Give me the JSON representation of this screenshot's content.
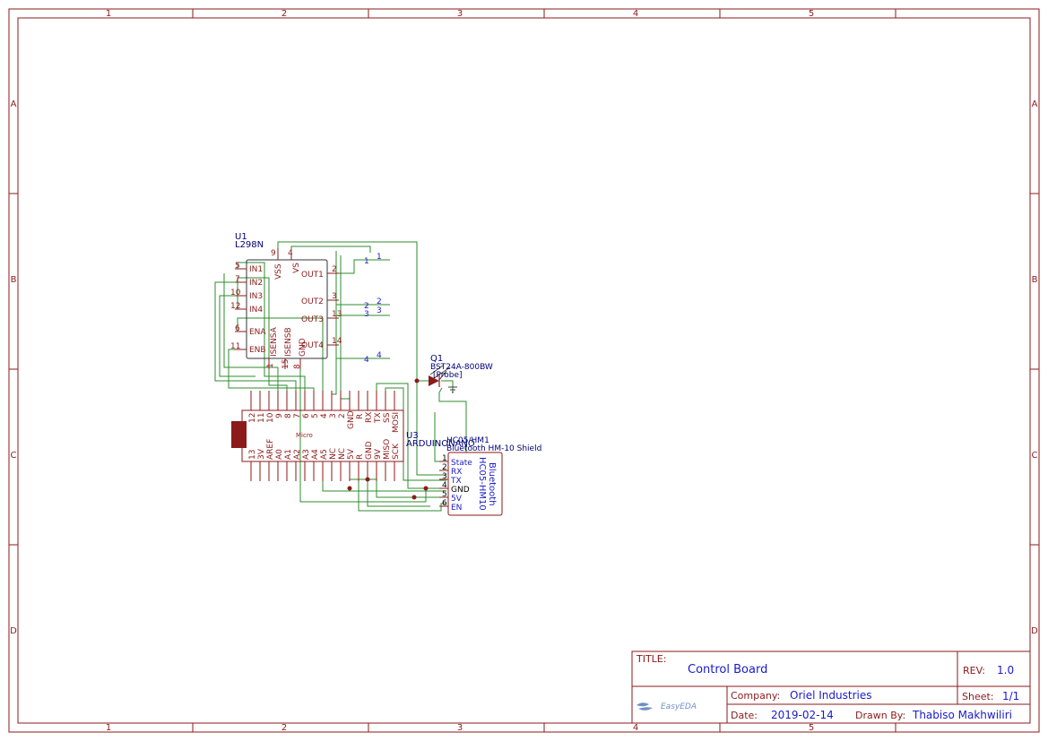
{
  "frame": {
    "columns": [
      "1",
      "2",
      "3",
      "4",
      "5"
    ],
    "rows": [
      "A",
      "B",
      "C",
      "D"
    ]
  },
  "title_block": {
    "title_label": "TITLE:",
    "title": "Control Board",
    "rev_label": "REV:",
    "rev": "1.0",
    "company_label": "Company:",
    "company": "Oriel Industries",
    "sheet_label": "Sheet:",
    "sheet": "1/1",
    "date_label": "Date:",
    "date": "2019-02-14",
    "drawn_label": "Drawn By:",
    "drawn_by": "Thabiso Makhwiliri",
    "logo_text": "EasyEDA"
  },
  "u1": {
    "designator": "U1",
    "part": "L298N",
    "left_pins": [
      {
        "num": "5",
        "name": "IN1"
      },
      {
        "num": "7",
        "name": "IN2"
      },
      {
        "num": "10",
        "name": "IN3"
      },
      {
        "num": "12",
        "name": "IN4"
      },
      {
        "num": "6",
        "name": "ENA"
      },
      {
        "num": "11",
        "name": "ENB"
      }
    ],
    "top_pins": [
      {
        "num": "9",
        "name": "VSS"
      },
      {
        "num": "4",
        "name": "VS"
      }
    ],
    "right_pins": [
      {
        "num": "2",
        "name": "OUT1"
      },
      {
        "num": "3",
        "name": "OUT2"
      },
      {
        "num": "13",
        "name": "OUT3"
      },
      {
        "num": "14",
        "name": "OUT4"
      }
    ],
    "bottom_pins": [
      {
        "num": "1",
        "name": "ISENSA"
      },
      {
        "num": "15",
        "name": "ISENSB"
      },
      {
        "num": "8",
        "name": "GND"
      }
    ]
  },
  "net_labels": [
    {
      "left": "1",
      "right": "1"
    },
    {
      "left": "2",
      "right": "2"
    },
    {
      "left": "3",
      "right": "3"
    },
    {
      "left": "4",
      "right": "4"
    }
  ],
  "q1": {
    "designator": "Q1",
    "part": "BST24A-800BW",
    "probe": "[Probe]"
  },
  "u3": {
    "designator": "U3",
    "part": "ARDUINONANO",
    "board_text": "Micro",
    "top_pins": [
      "12",
      "11",
      "10",
      "9",
      "8",
      "7",
      "6",
      "5",
      "4",
      "3",
      "2",
      "GND",
      "R",
      "RX",
      "TX",
      "SS",
      "MOSI"
    ],
    "bottom_pins": [
      "13",
      "3V",
      "AREF",
      "A0",
      "A1",
      "A2",
      "A3",
      "A4",
      "A5",
      "NC",
      "NC",
      "5V",
      "R",
      "GND",
      "9V",
      "MISO",
      "SCK"
    ]
  },
  "hc05": {
    "designator": "HC05/HM1",
    "part": "Bluetooth HM-10 Shield",
    "side_title": "Bluetooth",
    "side_model": "HC05-HM10",
    "pins": [
      {
        "num": "1",
        "name": "State"
      },
      {
        "num": "2",
        "name": "RX"
      },
      {
        "num": "3",
        "name": "TX"
      },
      {
        "num": "4",
        "name": "GND"
      },
      {
        "num": "5",
        "name": "5V"
      },
      {
        "num": "6",
        "name": "EN"
      }
    ]
  },
  "colors": {
    "border": "#8b1a1a",
    "wire": "#2e8b2e",
    "label_blue": "#1a1acc",
    "part_navy": "#00007a"
  }
}
